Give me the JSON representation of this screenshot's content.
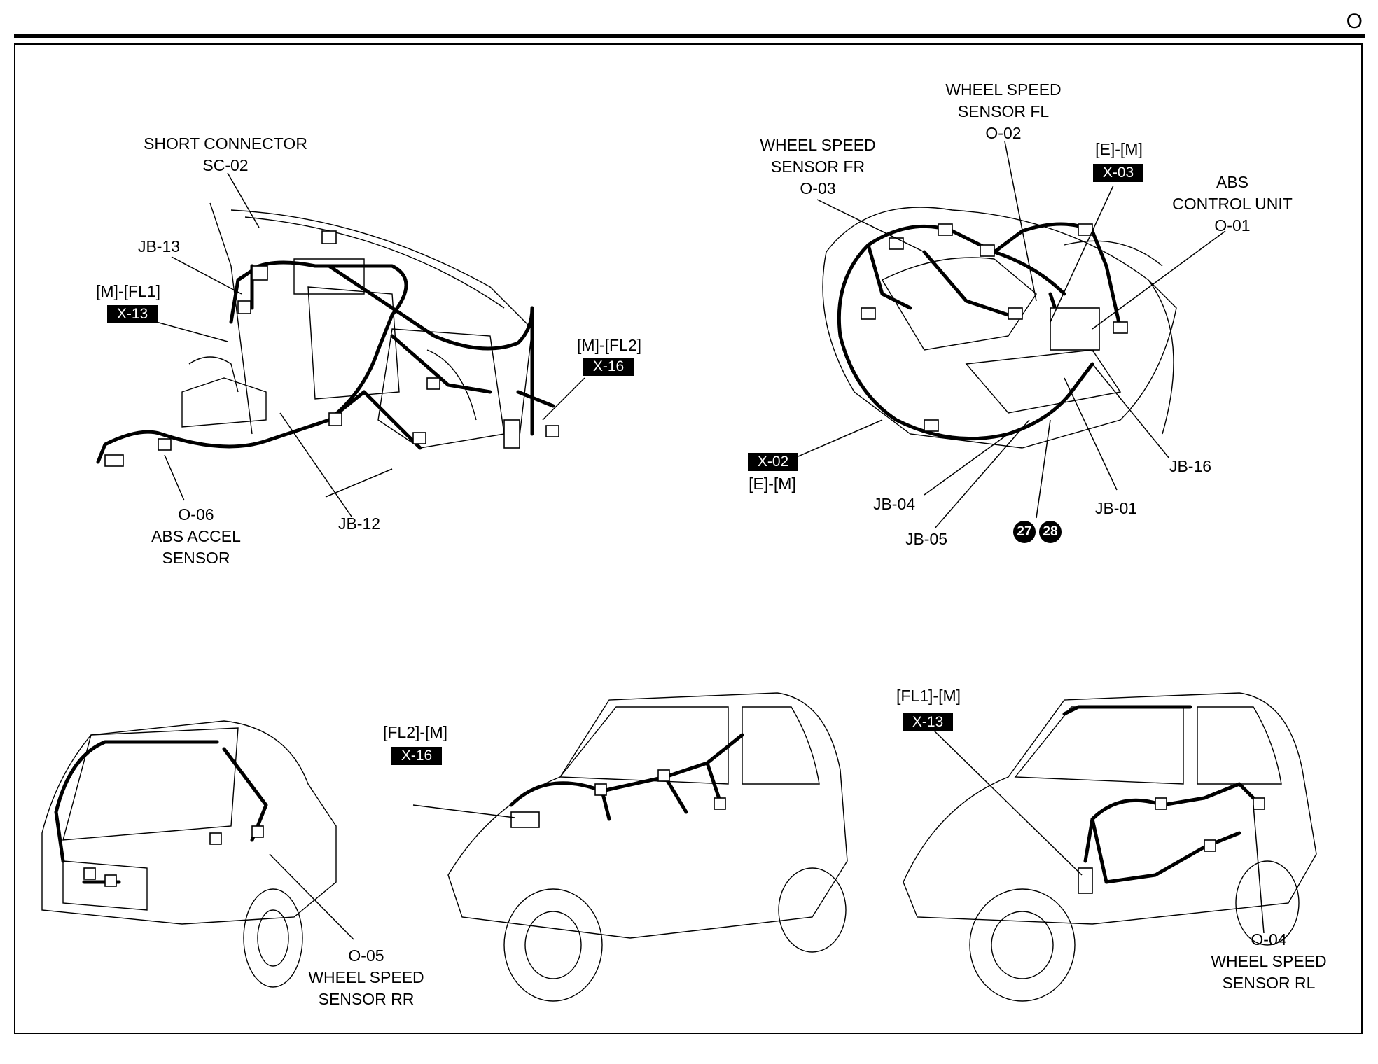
{
  "page_letter": "O",
  "diagrams": {
    "dash": {
      "short_connector": [
        "SHORT CONNECTOR",
        "SC-02"
      ],
      "jb13": "JB-13",
      "jb12": "JB-12",
      "m_fl1": "[M]-[FL1]",
      "x13": "X-13",
      "m_fl2": "[M]-[FL2]",
      "x16": "X-16",
      "o06": [
        "O-06",
        "ABS ACCEL",
        "SENSOR"
      ]
    },
    "engine": {
      "wss_fl": [
        "WHEEL SPEED",
        "SENSOR FL",
        "O-02"
      ],
      "wss_fr": [
        "WHEEL SPEED",
        "SENSOR FR",
        "O-03"
      ],
      "e_m_top": "[E]-[M]",
      "x03": "X-03",
      "abs_unit": [
        "ABS",
        "CONTROL UNIT",
        "O-01"
      ],
      "x02": "X-02",
      "e_m_bottom": "[E]-[M]",
      "jb04": "JB-04",
      "jb05": "JB-05",
      "jb01": "JB-01",
      "jb16": "JB-16",
      "ground_a": "27",
      "ground_b": "28"
    },
    "rear": {
      "o05": [
        "O-05",
        "WHEEL SPEED",
        "SENSOR RR"
      ]
    },
    "front_left": {
      "fl2_m": "[FL2]-[M]",
      "x16": "X-16"
    },
    "front_right": {
      "fl1_m": "[FL1]-[M]",
      "x13": "X-13",
      "o04": [
        "O-04",
        "WHEEL SPEED",
        "SENSOR RL"
      ]
    }
  }
}
